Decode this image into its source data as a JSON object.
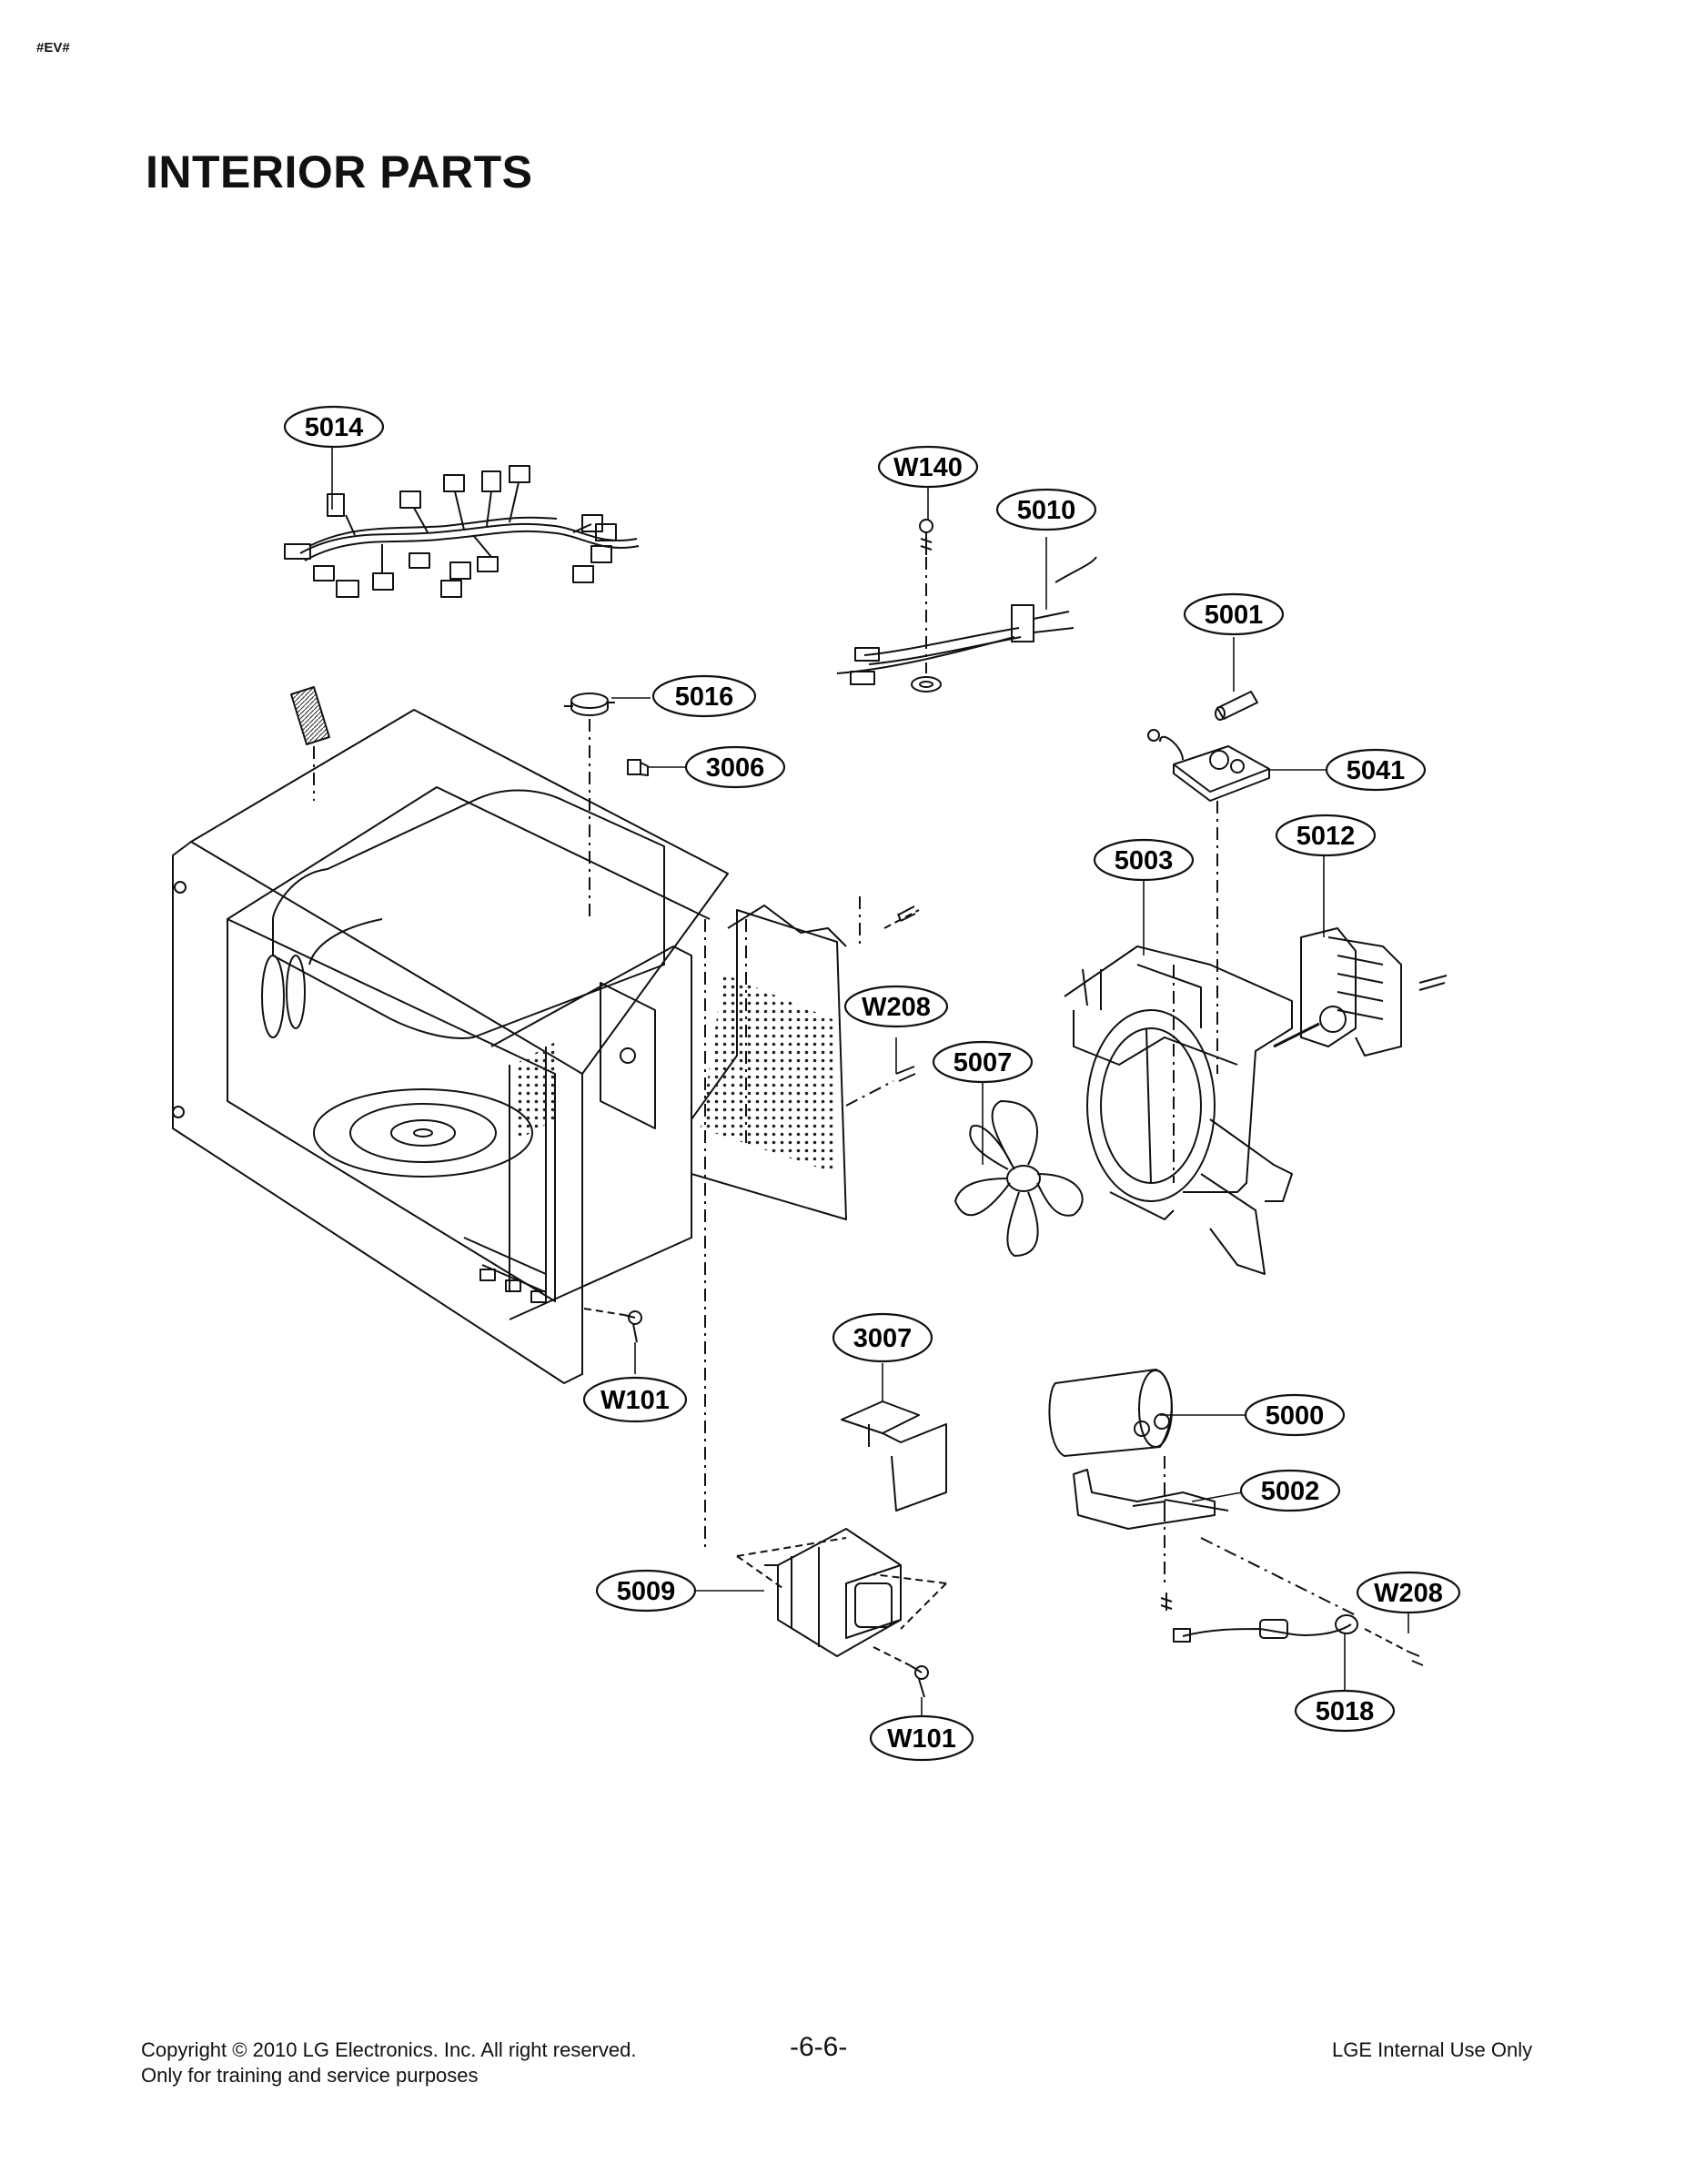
{
  "header": {
    "tag": "#EV#",
    "title": "INTERIOR PARTS"
  },
  "callouts": [
    {
      "id": "c5014",
      "label": "5014"
    },
    {
      "id": "cW140",
      "label": "W140"
    },
    {
      "id": "c5010",
      "label": "5010"
    },
    {
      "id": "c5001",
      "label": "5001"
    },
    {
      "id": "c5016",
      "label": "5016"
    },
    {
      "id": "c3006",
      "label": "3006"
    },
    {
      "id": "c5041",
      "label": "5041"
    },
    {
      "id": "c5012",
      "label": "5012"
    },
    {
      "id": "c5003",
      "label": "5003"
    },
    {
      "id": "cW208a",
      "label": "W208"
    },
    {
      "id": "c5007",
      "label": "5007"
    },
    {
      "id": "c3007",
      "label": "3007"
    },
    {
      "id": "c5000",
      "label": "5000"
    },
    {
      "id": "cW101a",
      "label": "W101"
    },
    {
      "id": "c5002",
      "label": "5002"
    },
    {
      "id": "c5009",
      "label": "5009"
    },
    {
      "id": "cW208b",
      "label": "W208"
    },
    {
      "id": "c5018",
      "label": "5018"
    },
    {
      "id": "cW101b",
      "label": "W101"
    }
  ],
  "footer": {
    "copyright": "Copyright © 2010 LG Electronics. Inc. All right reserved.",
    "purpose": "Only for training and service purposes",
    "page": "-6-6-",
    "internal": "LGE Internal Use Only"
  }
}
